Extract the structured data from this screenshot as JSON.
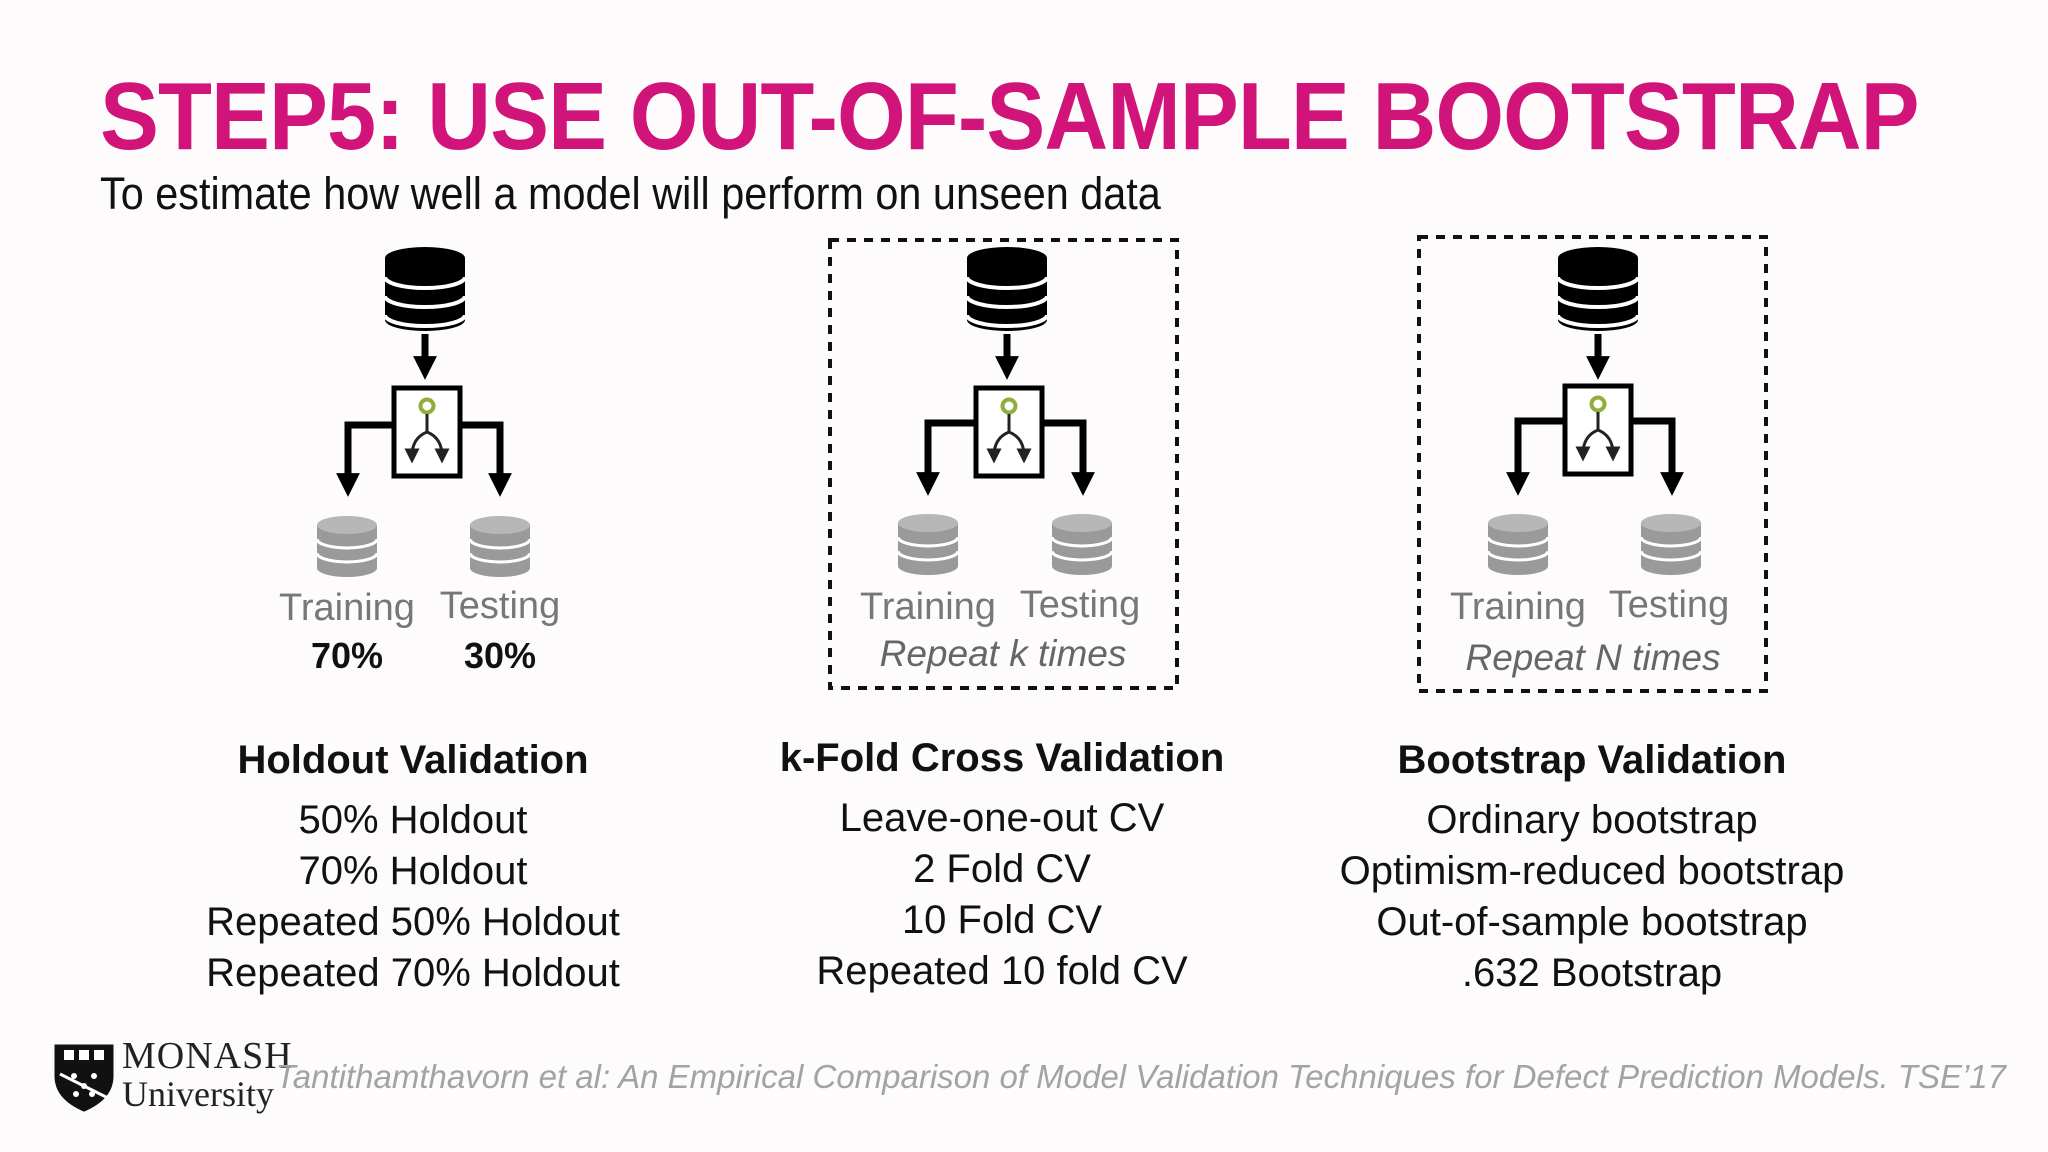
{
  "title": "STEP5: USE OUT-OF-SAMPLE BOOTSTRAP",
  "subtitle": "To estimate how well a model will perform on unseen data",
  "colors": {
    "title": "#d1147a",
    "split_icon_ring": "#8fae3a",
    "gray_db": "#9a9a9a",
    "citation": "#a3a3a3"
  },
  "diagrams": [
    {
      "training_label": "Training",
      "testing_label": "Testing",
      "training_pct": "70%",
      "testing_pct": "30%",
      "dashed_box": false
    },
    {
      "training_label": "Training",
      "testing_label": "Testing",
      "repeat_label": "Repeat k times",
      "dashed_box": true
    },
    {
      "training_label": "Training",
      "testing_label": "Testing",
      "repeat_label": "Repeat N times",
      "dashed_box": true
    }
  ],
  "columns": [
    {
      "heading": "Holdout Validation",
      "items": [
        "50% Holdout",
        "70% Holdout",
        "Repeated 50% Holdout",
        "Repeated 70% Holdout"
      ]
    },
    {
      "heading": "k-Fold Cross Validation",
      "items": [
        "Leave-one-out CV",
        "2 Fold CV",
        "10 Fold CV",
        "Repeated 10 fold CV"
      ]
    },
    {
      "heading": "Bootstrap Validation",
      "items": [
        "Ordinary bootstrap",
        "Optimism-reduced bootstrap",
        "Out-of-sample bootstrap",
        ".632 Bootstrap"
      ]
    }
  ],
  "logo": {
    "line1": "MONASH",
    "line2": "University"
  },
  "citation": "Tantithamthavorn et al: An Empirical Comparison of Model Validation Techniques for Defect Prediction Models. TSE’17"
}
